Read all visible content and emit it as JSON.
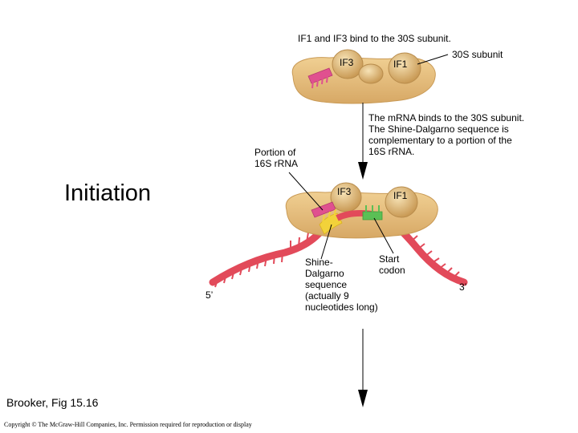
{
  "title": "IF1 and IF3 bind to the 30S subunit.",
  "subunit_label": "30S subunit",
  "if3": "IF3",
  "if1": "IF1",
  "binding_text": "The mRNA binds to the 30S subunit.\nThe Shine-Dalgarno sequence is\ncomplementary to a portion of the\n16S rRNA.",
  "portion_label": "Portion of\n16S rRNA",
  "stage_label": "Initiation",
  "start_codon": "Start\ncodon",
  "shine_label": "Shine-\nDalgarno\nsequence\n(actually 9\nnucleotides long)",
  "five_prime": "5’",
  "three_prime": "3’",
  "credit": "Brooker, Fig 15.16",
  "copyright": "Copyright © The McGraw-Hill Companies, Inc. Permission required for reproduction or display",
  "colors": {
    "ribosome": "#e8c27f",
    "ribosome_dark": "#c99a55",
    "if_factor": "#e8c98d",
    "rrna": "#e0508f",
    "mrna": "#e24a5a",
    "shine_dalgarno": "#f2d23a",
    "start_codon": "#5bbf55"
  }
}
